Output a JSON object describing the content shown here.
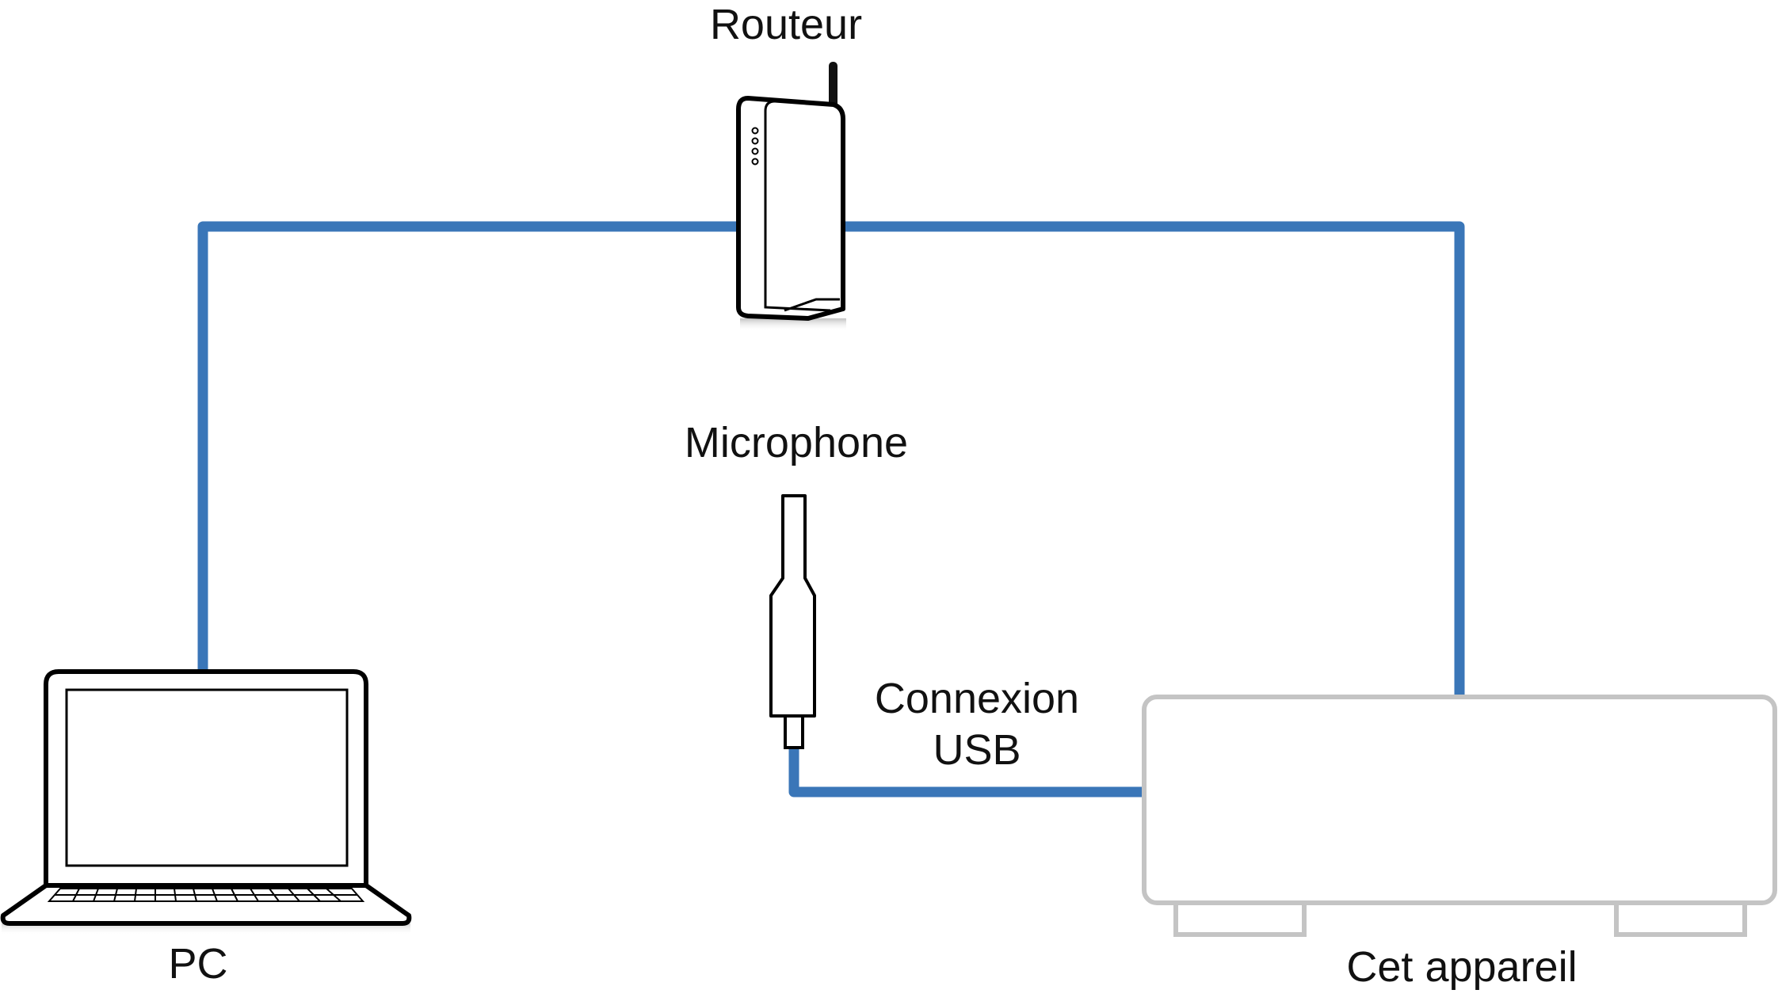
{
  "labels": {
    "router": "Routeur",
    "microphone": "Microphone",
    "usb_connection_line1": "Connexion",
    "usb_connection_line2": "USB",
    "pc": "PC",
    "this_device": "Cet appareil"
  },
  "colors": {
    "network_cable": "#3a76b8",
    "usb_cable": "#3a76b8",
    "device_outline": "#c4c4c4",
    "icon_stroke": "#000000"
  },
  "icons": {
    "router": "router-icon",
    "microphone": "usb-microphone-icon",
    "pc": "laptop-icon",
    "device": "audio-device-icon"
  }
}
